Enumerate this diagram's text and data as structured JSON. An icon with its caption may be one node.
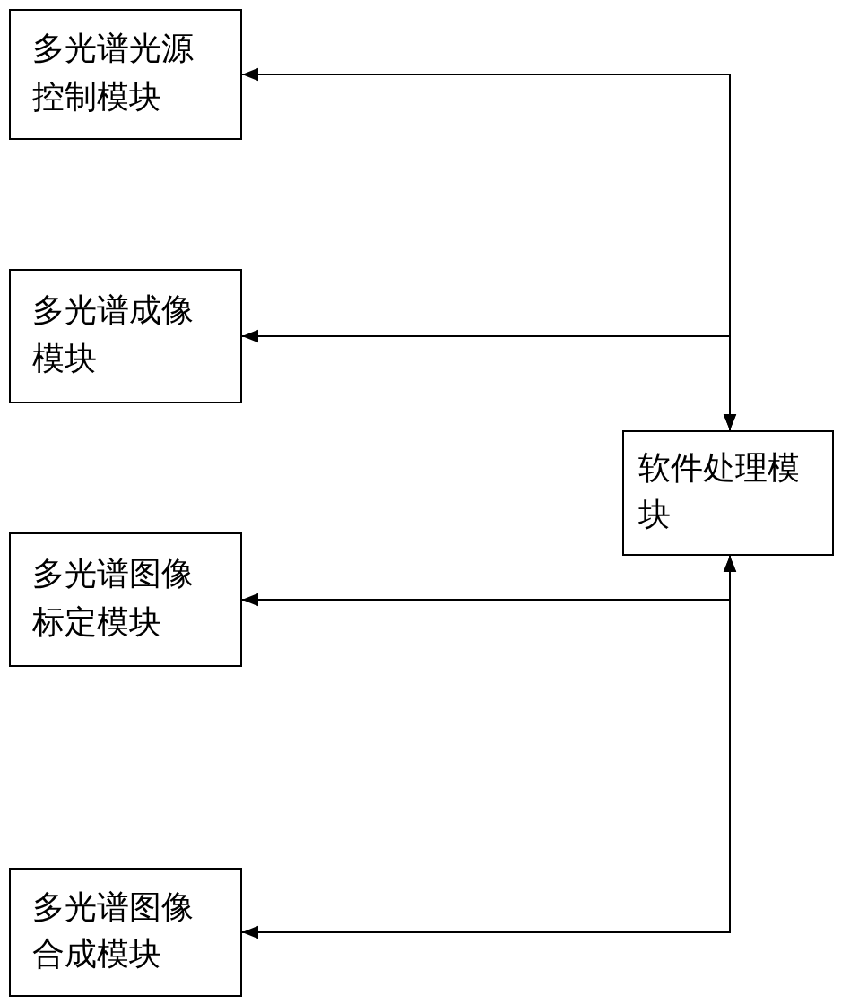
{
  "diagram": {
    "nodes": [
      {
        "text": [
          "多光谱光源控制模块"
        ]
      },
      {
        "text": [
          "多光谱成像模块"
        ]
      },
      {
        "text": [
          "多光谱图像标定模块"
        ]
      },
      {
        "text": [
          "多光谱图像合成模块"
        ]
      },
      {
        "text": [
          "软件处理模块"
        ]
      }
    ],
    "edges": [
      {
        "from": 4,
        "to": 0,
        "arrow": "both"
      },
      {
        "from": 4,
        "to": 1,
        "arrow": "both"
      },
      {
        "from": 4,
        "to": 2,
        "arrow": "both"
      },
      {
        "from": 4,
        "to": 3,
        "arrow": "both"
      }
    ]
  }
}
